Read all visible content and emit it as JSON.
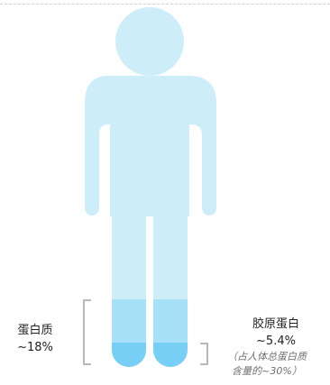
{
  "figure": {
    "colors": {
      "body": "#cdeef9",
      "protein_band": "#a6e1f8",
      "collagen_band": "#77cff6",
      "bracket": "#b8b8b8"
    }
  },
  "labels": {
    "protein_name": "蛋白质",
    "protein_value": "~18%",
    "protein_fraction": 0.18,
    "collagen_name": "胶原蛋白",
    "collagen_value": "~5.4%",
    "collagen_fraction": 0.054,
    "collagen_note_line1": "（占人体总蛋白质",
    "collagen_note_line2": "含量的~30%）"
  }
}
